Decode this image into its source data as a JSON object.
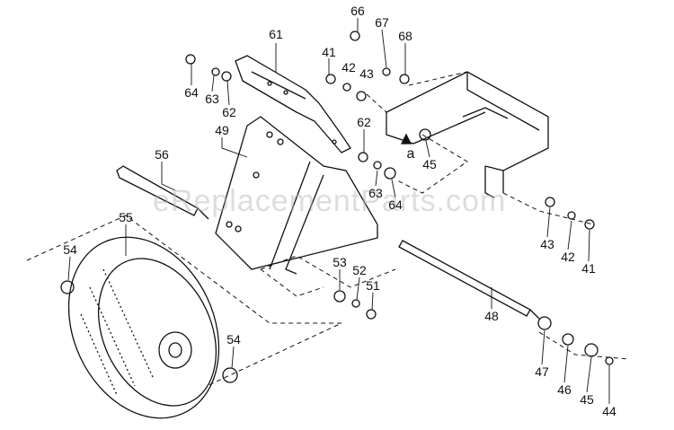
{
  "title": "Wheel and axle bracket exploded parts diagram",
  "watermark": "eReplacementParts.com",
  "callouts": {
    "p66": "66",
    "p67": "67",
    "p68": "68",
    "p61": "61",
    "p41a": "41",
    "p42a": "42",
    "p43a": "43",
    "p64a": "64",
    "p63a": "63",
    "p62a": "62",
    "p49": "49",
    "p62b": "62",
    "pa": "a",
    "p45a": "45",
    "p56": "56",
    "p63b": "63",
    "p64b": "64",
    "p55": "55",
    "p54a": "54",
    "p53": "53",
    "p52": "52",
    "p51": "51",
    "p43b": "43",
    "p42b": "42",
    "p41b": "41",
    "p48": "48",
    "p54b": "54",
    "p47": "47",
    "p46": "46",
    "p45b": "45",
    "p44": "44"
  }
}
